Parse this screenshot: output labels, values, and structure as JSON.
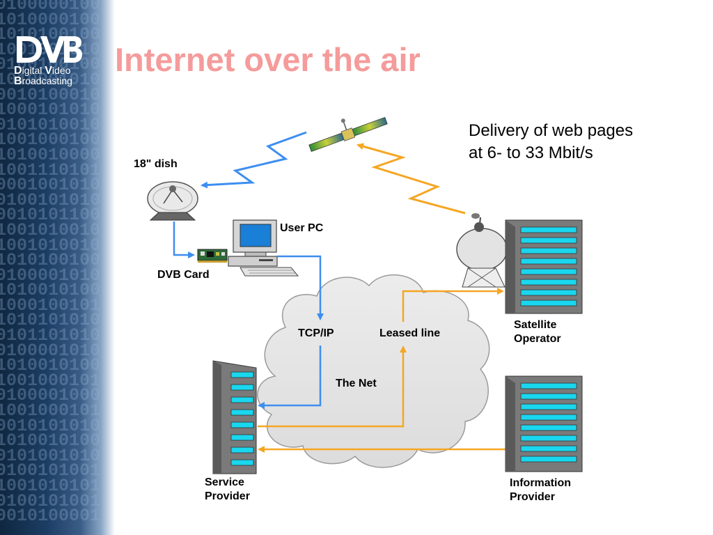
{
  "slide": {
    "title": "Internet over the air",
    "note": {
      "line1": "Delivery of web pages",
      "line2": "at 6- to 33 Mbit/s"
    }
  },
  "logo": {
    "mark": "DVB",
    "line1_initial": "D",
    "line1_rest": "igital ",
    "line1_initial2": "V",
    "line1_rest2": "ideo",
    "line2_initial": "B",
    "line2_rest": "roadcasting"
  },
  "sidebar": {
    "pattern": "binary-digits-background"
  },
  "diagram": {
    "labels": {
      "dish": "18\" dish",
      "user_pc": "User PC",
      "dvb_card": "DVB Card",
      "tcp_ip": "TCP/IP",
      "leased_line": "Leased line",
      "the_net": "The Net",
      "satellite_operator_1": "Satellite",
      "satellite_operator_2": "Operator",
      "service_provider_1": "Service",
      "service_provider_2": "Provider",
      "information_provider_1": "Information",
      "information_provider_2": "Provider"
    },
    "colors": {
      "downlink": "#3d8ef0",
      "uplink": "#f5a623",
      "cloud": "#e6e6e6",
      "server": "#7a7a7a",
      "server_slot": "#19d7ee",
      "title": "#f59b9b"
    },
    "icons": [
      "satellite-icon",
      "dish-icon",
      "computer-icon",
      "dvb-card-icon",
      "uplink-dish-icon",
      "server-icon",
      "cloud-icon"
    ]
  }
}
